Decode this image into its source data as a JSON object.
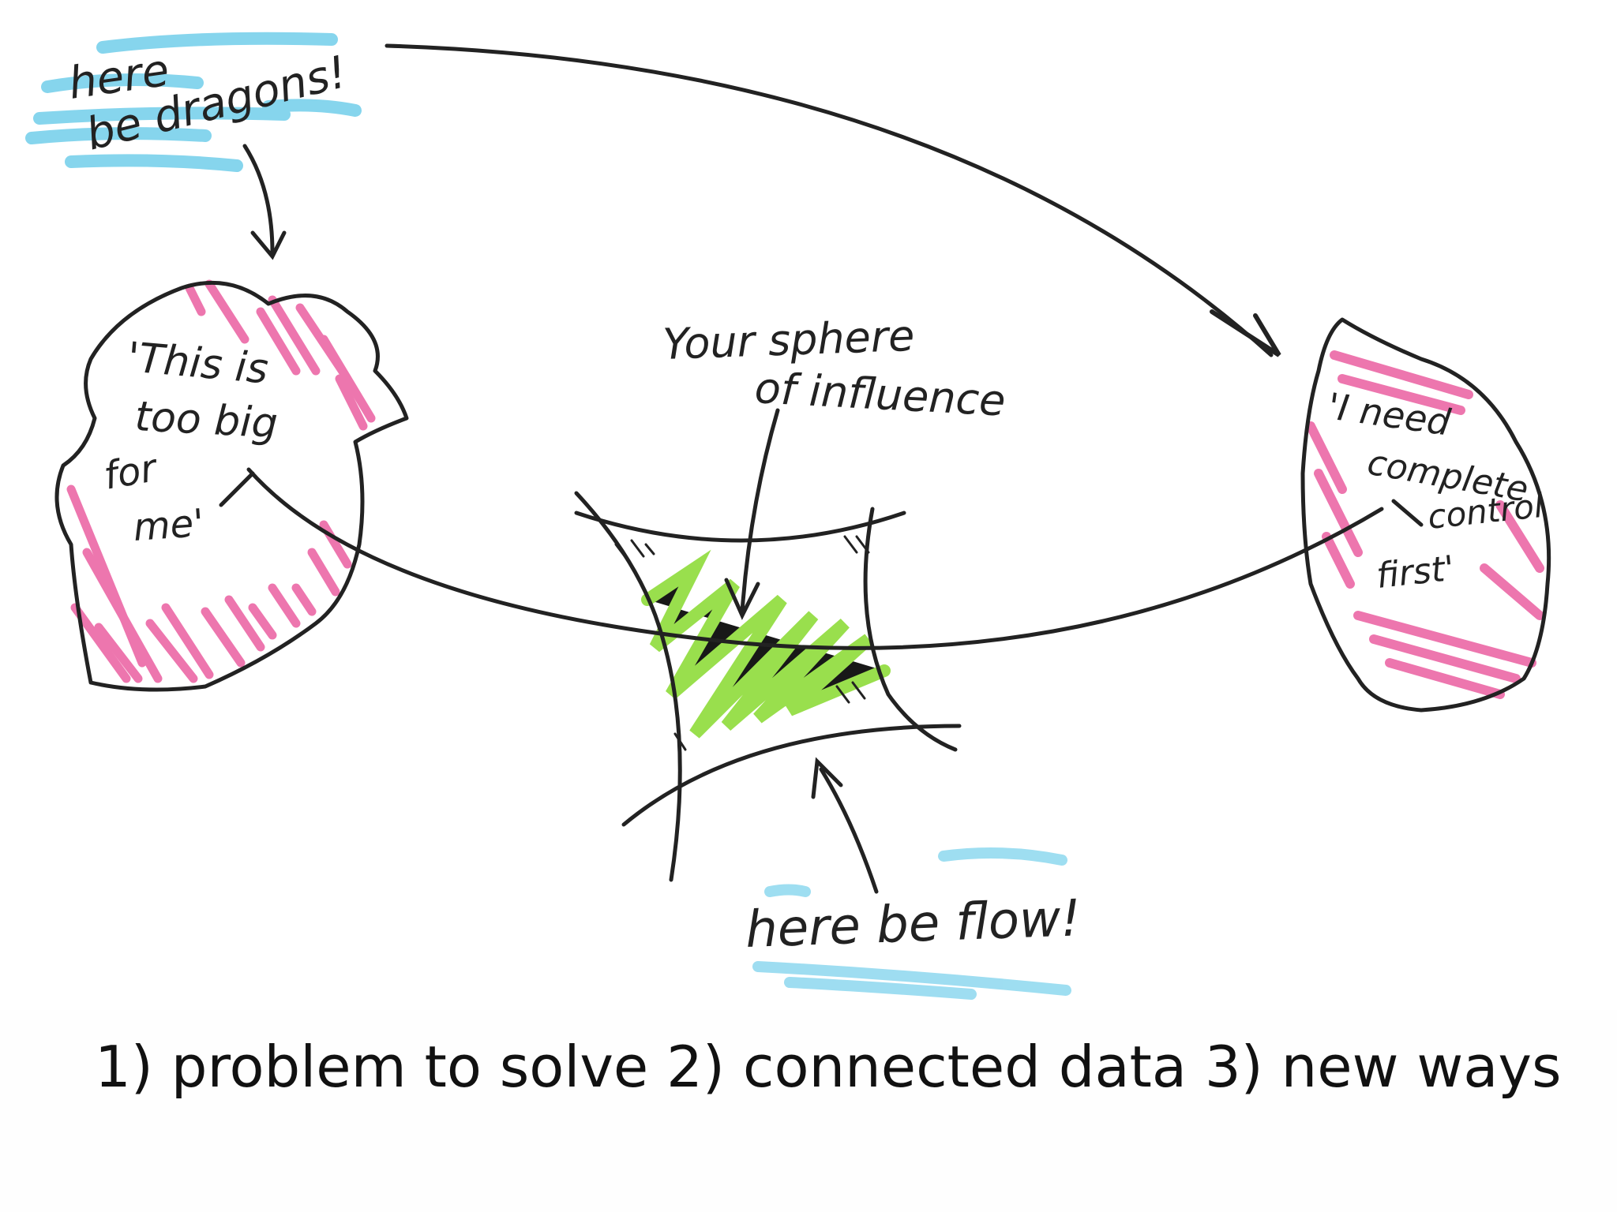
{
  "sketch": {
    "label_dragons": [
      "here",
      "be dragons!"
    ],
    "label_flow": "here be flow!",
    "label_sphere": [
      "Your sphere",
      "of influence"
    ],
    "label_too_big": [
      "'This is",
      "too big",
      "for",
      "me'"
    ],
    "label_control": [
      "'I need",
      "complete",
      "control",
      "first'"
    ]
  },
  "caption": "1) problem to solve 2) connected data 3) new ways",
  "colors": {
    "ink": "#222222",
    "pink_highlight": "#e9559a",
    "green_highlight": "#8fdc3a",
    "blue_highlight": "#5ec8e8"
  }
}
